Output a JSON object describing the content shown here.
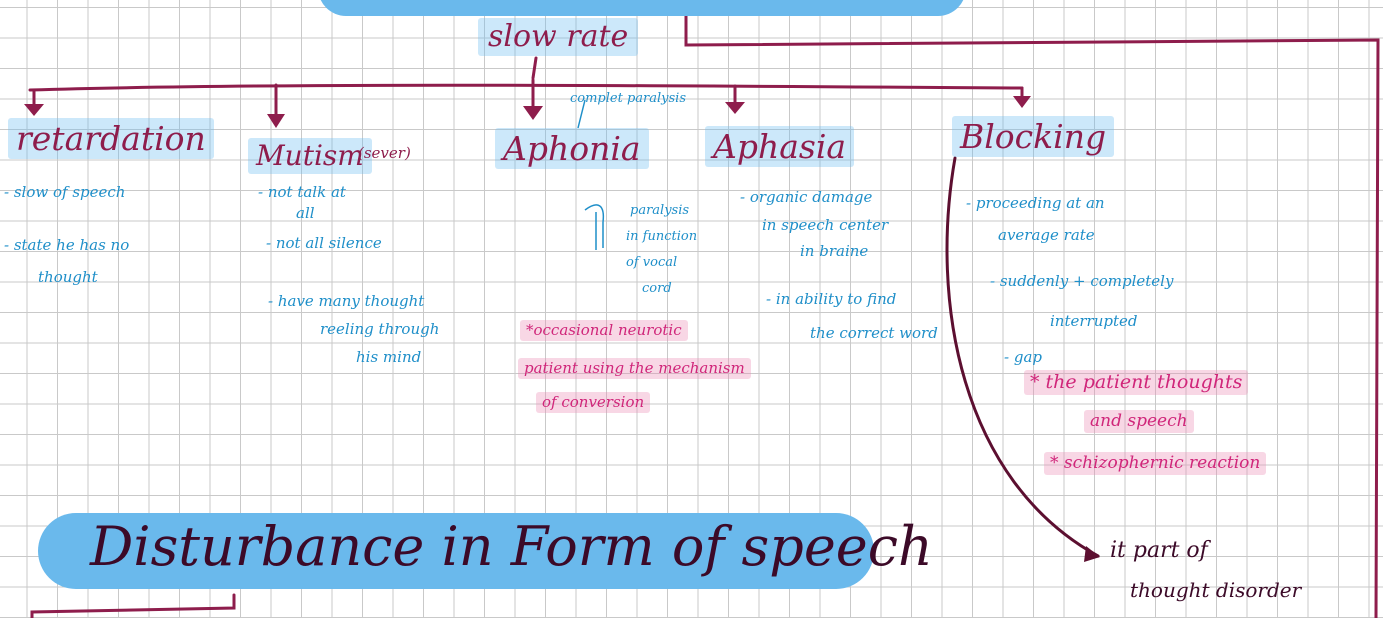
{
  "colors": {
    "ink_maroon": "#8e1d4c",
    "ink_blue": "#1f8fc9",
    "ink_pink": "#d0267a",
    "highlight_blue": "#6ab9ec",
    "grid": "#c9c9c9"
  },
  "root_label": "slow rate",
  "branches": [
    {
      "title": "retardation",
      "notes": [
        "- slow of speech",
        "- state he has no",
        "thought"
      ]
    },
    {
      "title": "Mutism",
      "qualifier": "(sever)",
      "notes": [
        "- not talk at",
        "all",
        "- not all silence",
        "- have many thought",
        "reeling through",
        "his mind"
      ]
    },
    {
      "title": "Aphonia",
      "annotation": "complet paralysis",
      "notes": [
        "paralysis",
        "in function",
        "of vocal",
        "cord"
      ],
      "remark": [
        "*occasional neurotic",
        "patient using the mechanism",
        "of conversion"
      ]
    },
    {
      "title": "Aphasia",
      "notes": [
        "- organic damage",
        "in speech center",
        "in braine",
        "- in ability to find",
        "the correct word"
      ]
    },
    {
      "title": "Blocking",
      "notes": [
        "- proceeding at an",
        "average rate",
        "- suddenly + completely",
        "interrupted",
        "- gap"
      ],
      "remark": [
        "* the patient thoughts",
        "and speech",
        "* schizophernic reaction"
      ],
      "arrow_note": [
        "it part of",
        "thought disorder"
      ]
    }
  ],
  "section_title": "Disturbance in Form of speech"
}
